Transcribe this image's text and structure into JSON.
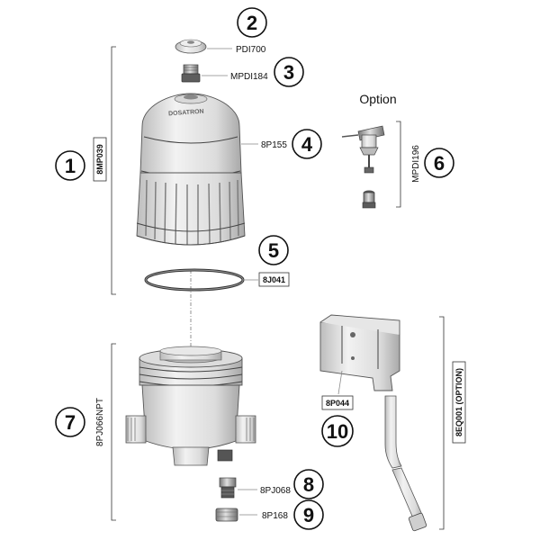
{
  "callouts": {
    "n1": "1",
    "n2": "2",
    "n3": "3",
    "n4": "4",
    "n5": "5",
    "n6": "6",
    "n7": "7",
    "n8": "8",
    "n9": "9",
    "n10": "10"
  },
  "parts": {
    "pdi700": "PDI700",
    "mpdi184": "MPDI184",
    "p155": "8P155",
    "mp039": "8MP039",
    "j041": "8J041",
    "mpdi196": "MPDI196",
    "pj066npt": "8PJ066NPT",
    "p044": "8P044",
    "eq001": "8EQ001 (OPTION)",
    "pj068": "8PJ068",
    "p168": "8P168"
  },
  "option_label": "Option",
  "housing_brand": "DOSATRON",
  "colors": {
    "outline": "#444444",
    "body_fill": "#e6e6e6",
    "shade": "#c9c9c9",
    "dark": "#777777"
  }
}
